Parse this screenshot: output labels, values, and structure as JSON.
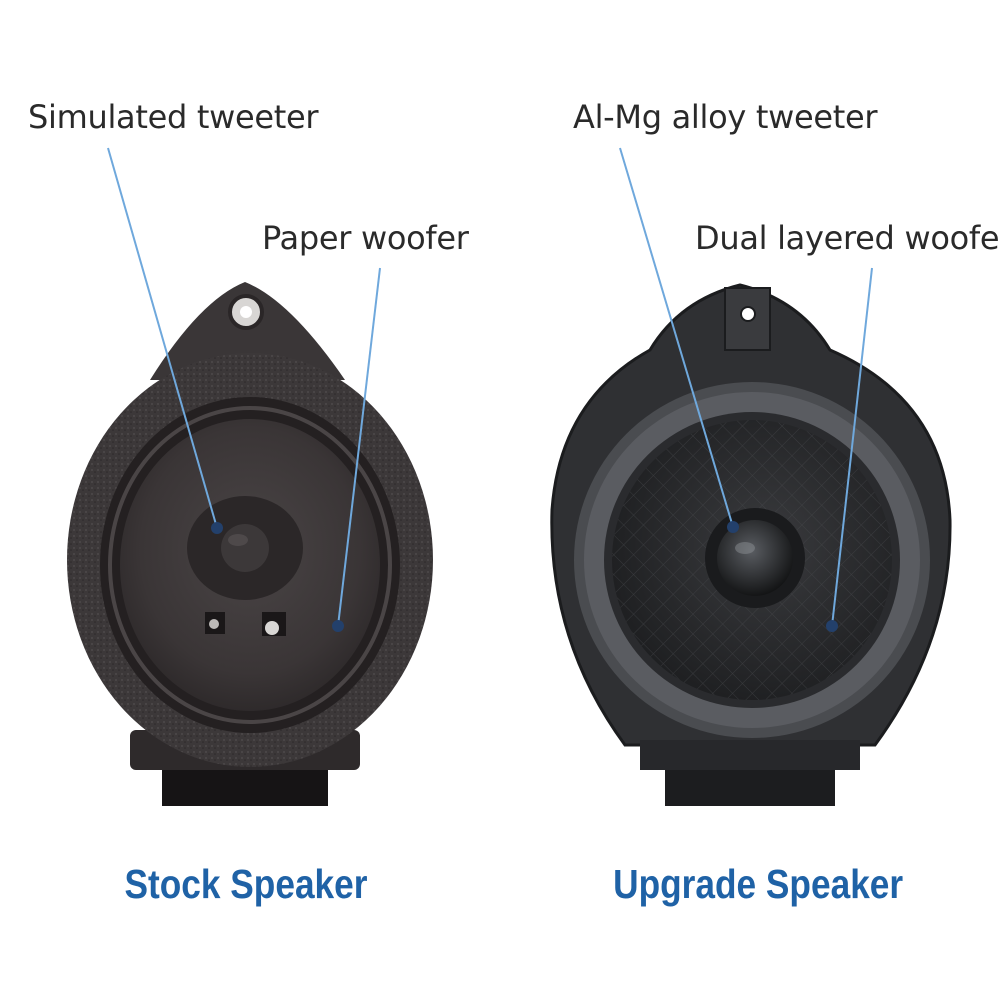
{
  "stock": {
    "tweeter_label": "Simulated tweeter",
    "woofer_label": "Paper woofer",
    "caption": "Stock Speaker"
  },
  "upgrade": {
    "tweeter_label": "Al-Mg alloy tweeter",
    "woofer_label": "Dual layered woofer",
    "caption": "Upgrade Speaker"
  },
  "colors": {
    "caption": "#1f62a6",
    "pointer_line": "#6fa8dc",
    "label_text": "#2a2a2a"
  }
}
